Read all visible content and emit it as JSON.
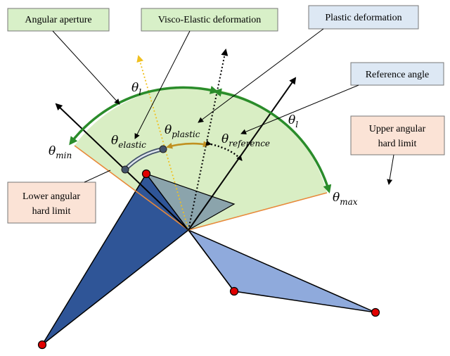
{
  "labels": {
    "angular_aperture": "Angular aperture",
    "visco_elastic": "Visco-Elastic deformation",
    "plastic": "Plastic deformation",
    "reference_angle": "Reference angle",
    "upper_limit_1": "Upper angular",
    "upper_limit_2": "hard limit",
    "lower_limit_1": "Lower angular",
    "lower_limit_2": "hard limit"
  },
  "symbols": {
    "theta": "θ",
    "sub_l": "l",
    "sub_min": "min",
    "sub_max": "max",
    "sub_elastic": "elastic",
    "sub_plastic": "plastic",
    "sub_reference": "reference"
  },
  "colors": {
    "box_green": "#d8f0c8",
    "box_blue": "#dde8f4",
    "box_peach": "#fbe3d6",
    "sector_fill": "#d9eec4",
    "aperture_arc": "#2a8c2a",
    "limit_line": "#e8893a",
    "dark_triangle": "#2f5597",
    "light_triangle": "#8faadc",
    "joint_dot": "#e00000",
    "plastic_arc": "#c09020",
    "yellow_dotted": "#f0c020"
  }
}
